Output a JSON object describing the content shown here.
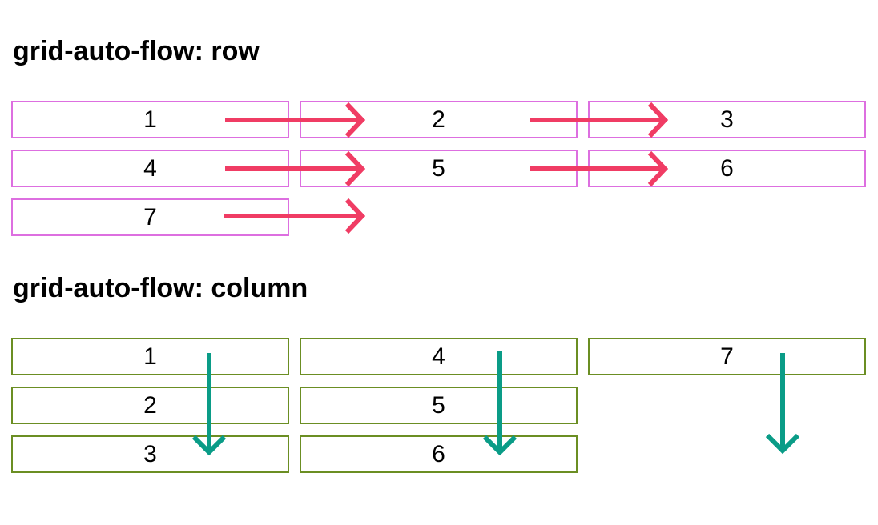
{
  "sections": {
    "row": {
      "title": "grid-auto-flow: row",
      "border_color": "#dd6fe0",
      "arrow_color": "#f03c64",
      "items": [
        "1",
        "2",
        "3",
        "4",
        "5",
        "6",
        "7"
      ]
    },
    "column": {
      "title": "grid-auto-flow: column",
      "border_color": "#6b8e23",
      "arrow_color": "#0a9c87",
      "items": [
        "1",
        "2",
        "3",
        "4",
        "5",
        "6",
        "7"
      ]
    }
  }
}
